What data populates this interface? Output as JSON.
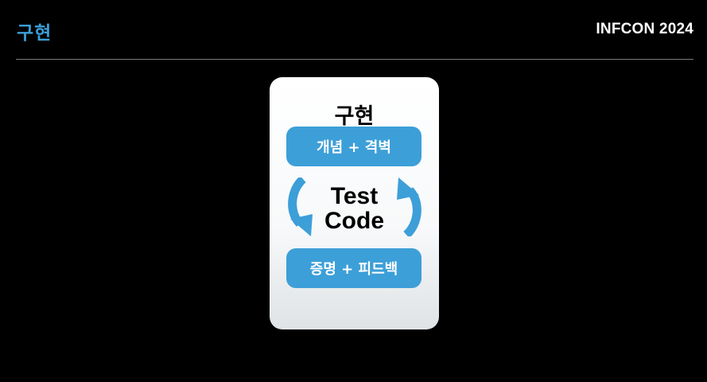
{
  "header": {
    "title": "구현",
    "brand": "INFCON 2024"
  },
  "card": {
    "title": "구현",
    "top_step": "개념 + 격벽",
    "center_line1": "Test",
    "center_line2": "Code",
    "bottom_step": "증명 + 피드백",
    "arrows": [
      "cycle-down-arrow-icon",
      "cycle-up-arrow-icon"
    ]
  },
  "colors": {
    "accent": "#3d9fd8",
    "background": "#000000",
    "card": "#ffffff"
  }
}
